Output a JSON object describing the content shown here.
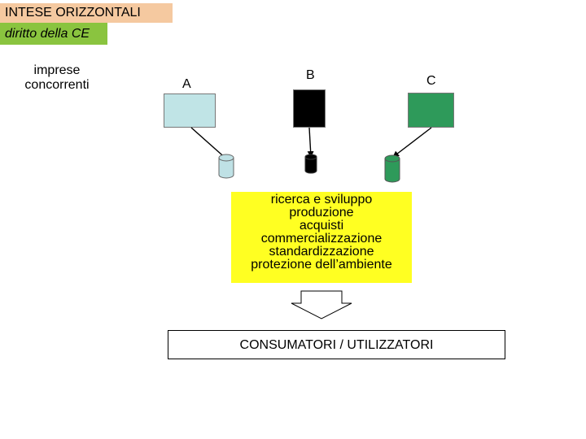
{
  "header": {
    "title": "INTESE ORIZZONTALI",
    "subtitle": "diritto della CE"
  },
  "left_label": {
    "line1": "imprese",
    "line2": "concorrenti"
  },
  "companies": [
    {
      "label": "A",
      "color": "#c0e4e6",
      "cylinder_color": "#bfe1e5"
    },
    {
      "label": "B",
      "color": "#000000",
      "cylinder_color": "#000000"
    },
    {
      "label": "C",
      "color": "#2e9a5a",
      "cylinder_color": "#2e9a5a"
    }
  ],
  "activities": {
    "color": "#ffff22",
    "items": [
      "ricerca e sviluppo",
      "produzione",
      "acquisti",
      "commercializzazione",
      "standardizzazione",
      "protezione dell’ambiente"
    ]
  },
  "consumers": {
    "label": "CONSUMATORI / UTILIZZATORI"
  }
}
